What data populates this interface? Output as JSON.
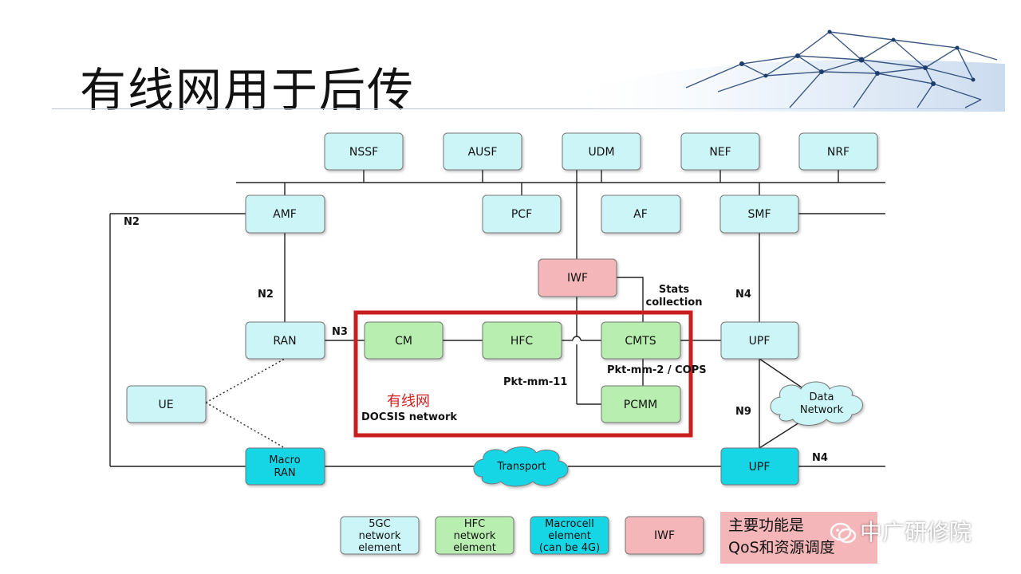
{
  "slide": {
    "title": "有线网用于后传"
  },
  "nodes": {
    "nssf": "NSSF",
    "ausf": "AUSF",
    "udm": "UDM",
    "nef": "NEF",
    "nrf": "NRF",
    "amf": "AMF",
    "pcf": "PCF",
    "af": "AF",
    "smf": "SMF",
    "iwf": "IWF",
    "ran": "RAN",
    "cm": "CM",
    "hfc": "HFC",
    "cmts": "CMTS",
    "upf1": "UPF",
    "ue": "UE",
    "pcmm": "PCMM",
    "macro_ran_1": "Macro",
    "macro_ran_2": "RAN",
    "upf2": "UPF",
    "data_network_1": "Data",
    "data_network_2": "Network",
    "transport": "Transport"
  },
  "interfaces": {
    "n2_left": "N2",
    "n2_mid": "N2",
    "n3": "N3",
    "n4_top": "N4",
    "n4_bottom": "N4",
    "n9": "N9",
    "stats_1": "Stats",
    "stats_2": "collection",
    "pkt_mm_11": "Pkt-mm-11",
    "pkt_mm_2": "Pkt-mm-2 / COPS"
  },
  "docsis": {
    "title_cn": "有线网",
    "subtitle": "DOCSIS network"
  },
  "legend": {
    "fivegc": [
      "5GC",
      "network",
      "element"
    ],
    "hfc": [
      "HFC",
      "network",
      "element"
    ],
    "macro": [
      "Macrocell",
      "element",
      "(can be 4G)"
    ],
    "iwf": "IWF",
    "note_line1": "主要功能是",
    "note_line2": "QoS和资源调度"
  },
  "watermark": {
    "text": "中广研修院"
  },
  "colors": {
    "fivegc": "#ccf5f8",
    "hfc": "#b8efb0",
    "macro": "#16d6e6",
    "iwf": "#f4b6b8",
    "highlight": "#c81e1e"
  }
}
